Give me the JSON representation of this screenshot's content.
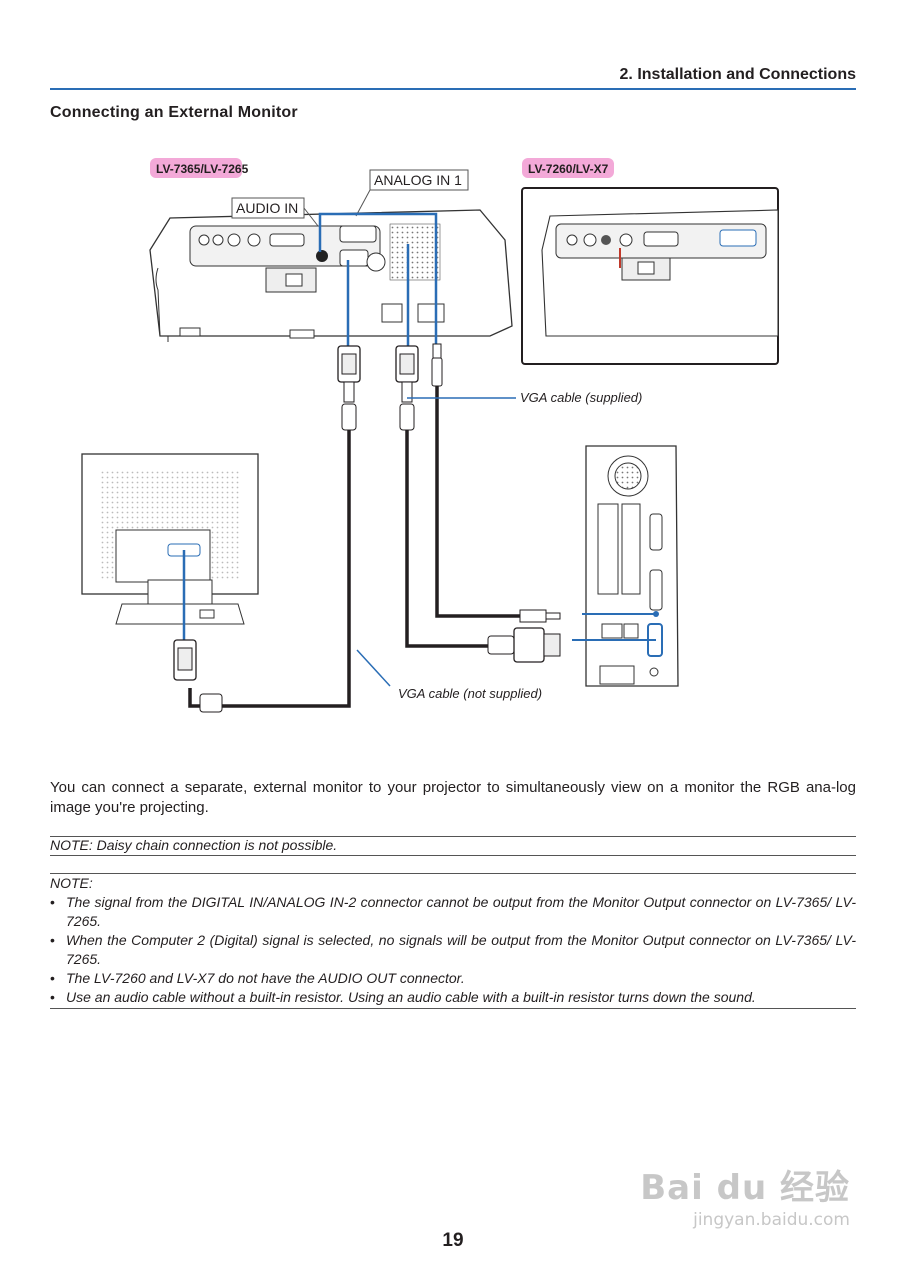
{
  "header": {
    "section": "2. Installation and Connections"
  },
  "title": "Connecting an External Monitor",
  "diagram": {
    "model_label_left": "LV-7365/LV-7265",
    "model_label_right": "LV-7260/LV-X7",
    "callout_analog_in": "ANALOG IN 1",
    "callout_audio_in": "AUDIO IN",
    "cable_supplied": "VGA cable (supplied)",
    "cable_not_supplied": "VGA cable (not supplied)",
    "colors": {
      "accent_blue": "#2a6db5",
      "model_badge": "#f3a9d8",
      "cable_dark": "#231f20"
    }
  },
  "intro": "You can connect a separate, external monitor to your projector to simultaneously view on a monitor the RGB ana-log image you're projecting.",
  "note_daisy": "NOTE: Daisy chain connection is not possible.",
  "notes": {
    "heading": "NOTE:",
    "items": [
      "The signal from the DIGITAL IN/ANALOG IN-2 connector cannot be output from the Monitor Output connector on LV-7365/ LV-7265.",
      "When the Computer 2 (Digital) signal is selected, no signals will be output from the Monitor Output connector on LV-7365/ LV-7265.",
      "The LV-7260 and LV-X7 do not have the AUDIO OUT connector.",
      "Use an audio cable without a built-in resistor. Using an audio cable with a built-in resistor turns down the sound."
    ]
  },
  "page_number": "19",
  "watermark": {
    "brand": "Bai du 经验",
    "url": "jingyan.baidu.com"
  }
}
